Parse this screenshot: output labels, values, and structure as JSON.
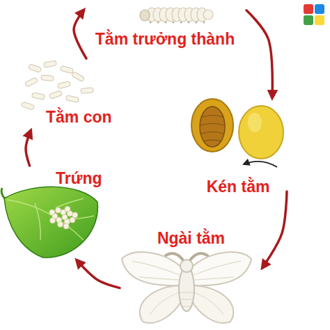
{
  "diagram": {
    "nodes": [
      {
        "text": [
          "Tằm trưởng thành"
        ]
      },
      {
        "text": [
          "Kén tằm"
        ]
      },
      {
        "text": [
          "Ngài tằm"
        ]
      },
      {
        "text": [
          "Trứng"
        ]
      },
      {
        "text": [
          "Tằm con"
        ]
      }
    ],
    "edges": [
      {
        "from": 0,
        "to": 1,
        "arrow": "to"
      },
      {
        "from": 1,
        "to": 2,
        "arrow": "to"
      },
      {
        "from": 2,
        "to": 3,
        "arrow": "to"
      },
      {
        "from": 3,
        "to": 4,
        "arrow": "to"
      },
      {
        "from": 4,
        "to": 0,
        "arrow": "to"
      }
    ]
  }
}
